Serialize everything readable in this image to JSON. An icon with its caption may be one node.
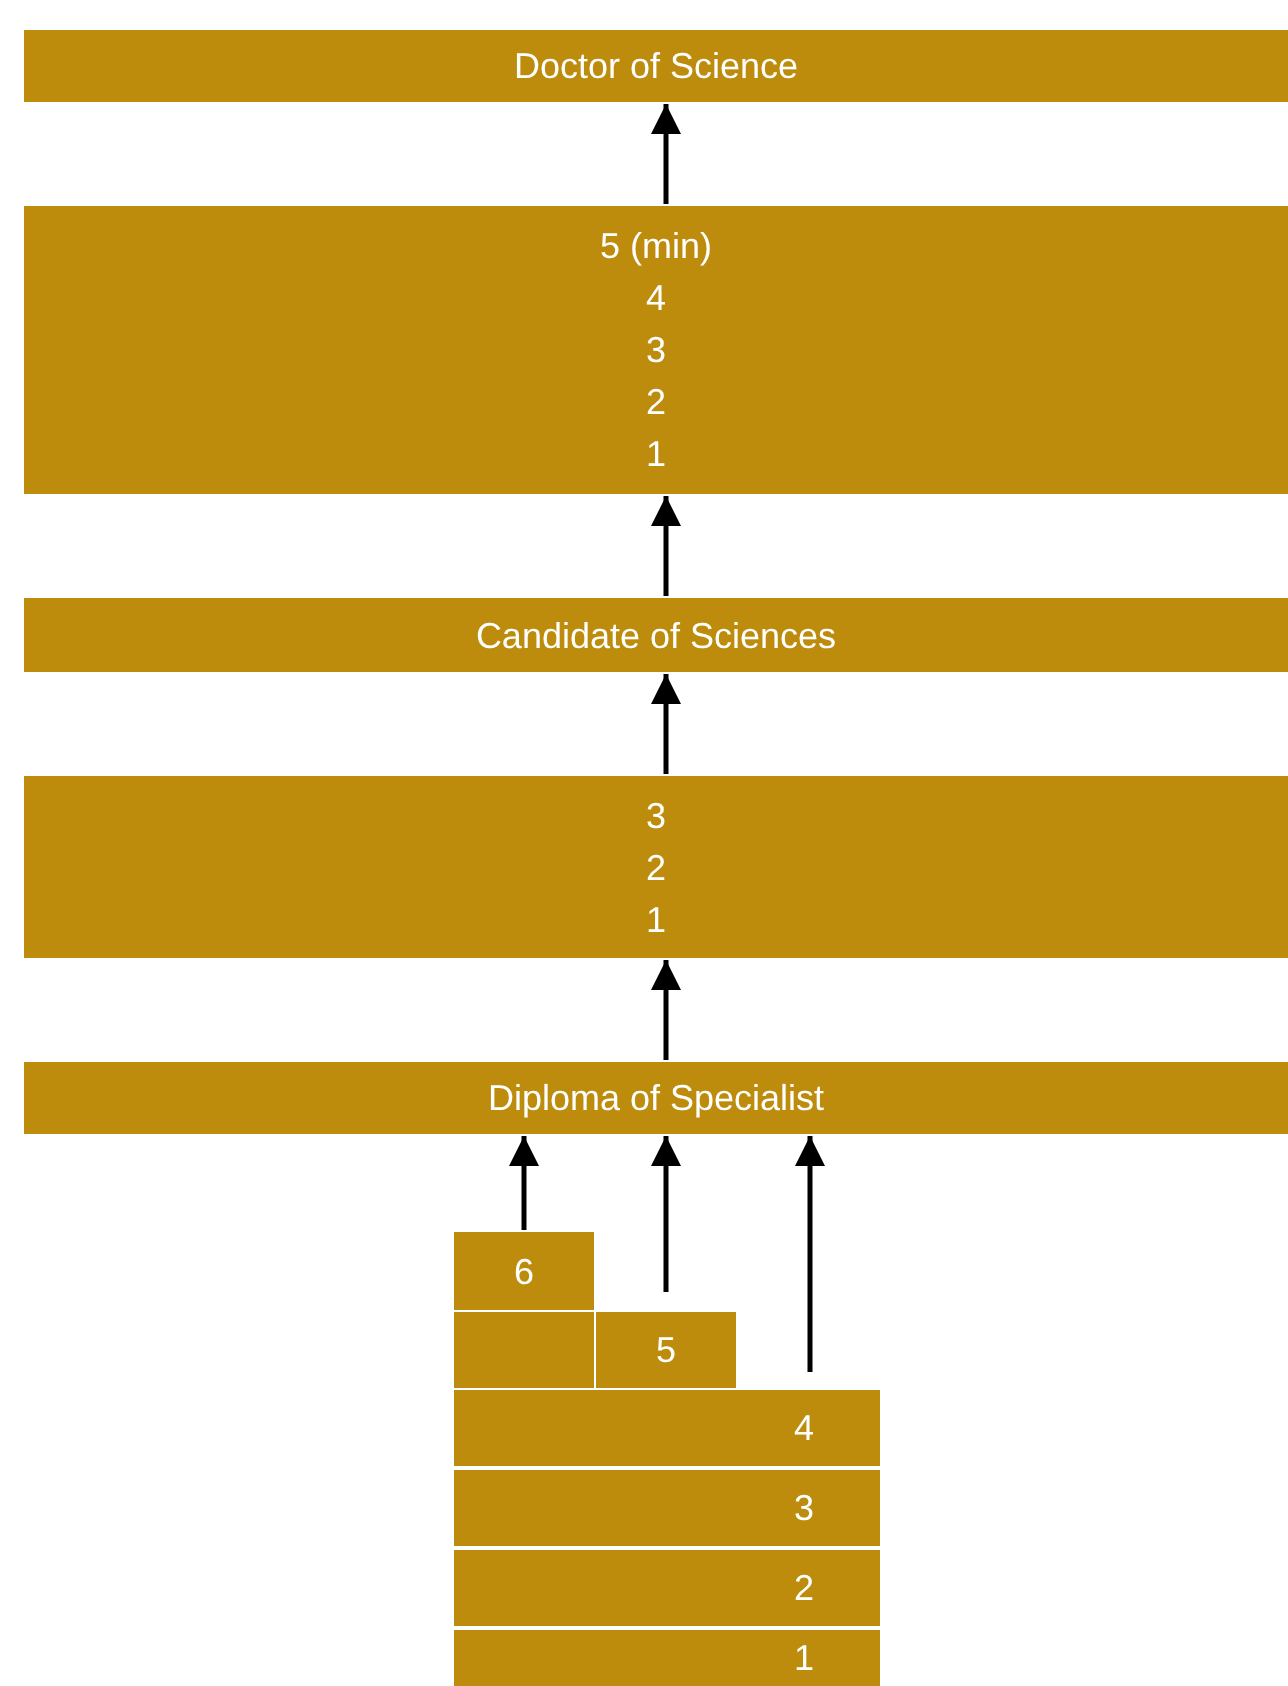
{
  "diagram": {
    "nodes": [
      {
        "text": [
          "Doctor of Science"
        ]
      },
      {
        "text": [
          "5 (min)",
          "4",
          "3",
          "2",
          "1"
        ]
      },
      {
        "text": [
          "Candidate of Sciences"
        ]
      },
      {
        "text": [
          "3",
          "2",
          "1"
        ]
      },
      {
        "text": [
          "Diploma of Specialist"
        ]
      },
      {
        "text": [
          "6"
        ]
      },
      {
        "text": [],
        "shape": "box"
      },
      {
        "text": [
          "5"
        ]
      },
      {
        "text": [
          "4"
        ]
      },
      {
        "text": [
          "3"
        ]
      },
      {
        "text": [
          "2"
        ]
      },
      {
        "text": [
          "1"
        ]
      }
    ],
    "edges": [
      {
        "from": 1,
        "to": 0,
        "arrow": "to"
      },
      {
        "from": 2,
        "to": 1,
        "arrow": "to"
      },
      {
        "from": 3,
        "to": 2,
        "arrow": "to"
      },
      {
        "from": 4,
        "to": 3,
        "arrow": "to"
      },
      {
        "from": 5,
        "to": 4,
        "arrow": "to"
      },
      {
        "from": 7,
        "to": 4,
        "arrow": "to"
      },
      {
        "from": 8,
        "to": 4,
        "arrow": "to"
      }
    ]
  }
}
